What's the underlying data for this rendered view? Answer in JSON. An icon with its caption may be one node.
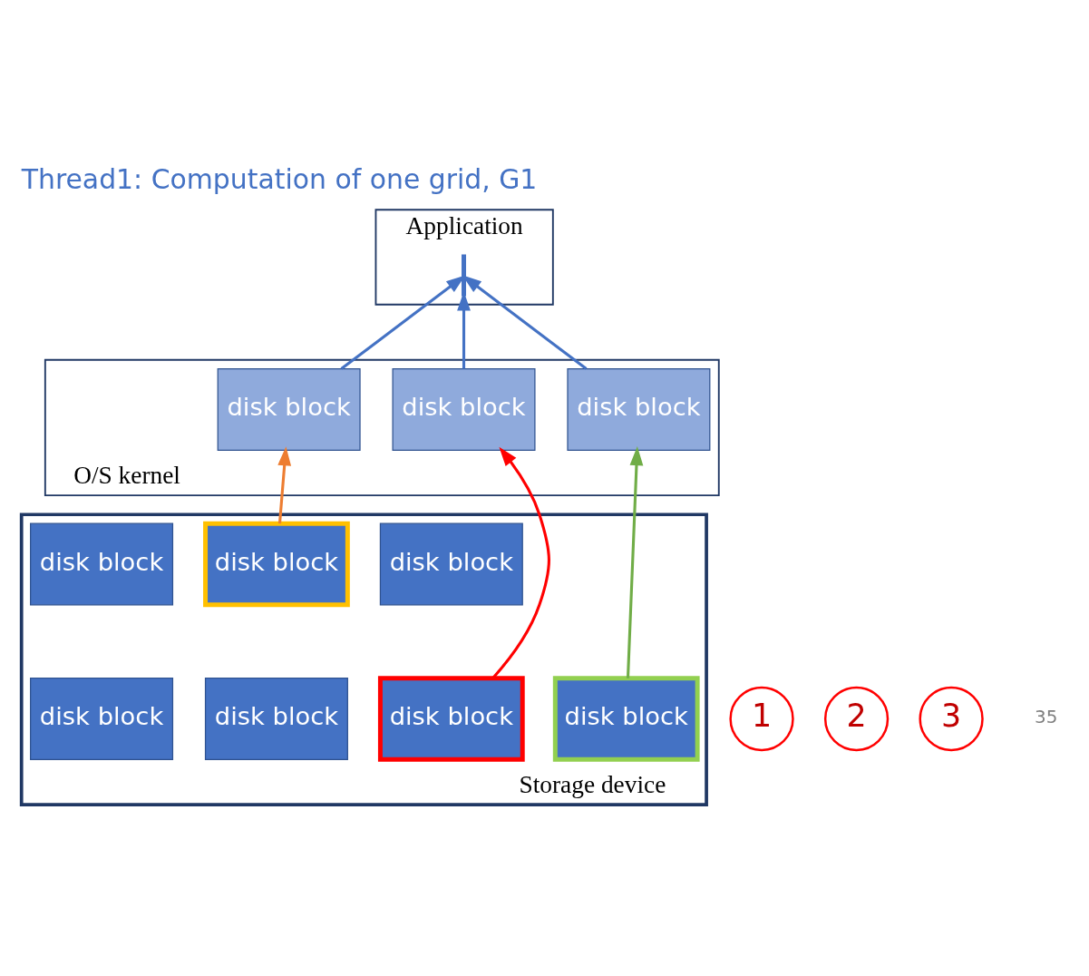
{
  "diagram": {
    "title": "Thread1: Computation of one grid, G1",
    "nodes": [
      {
        "text": [
          "Application"
        ]
      },
      {
        "text": [],
        "shape": "line",
        "in": 0
      },
      {
        "text": [
          "O/S kernel"
        ]
      },
      {
        "text": [
          "disk block"
        ],
        "in": 2
      },
      {
        "text": [
          "disk block"
        ],
        "in": 2
      },
      {
        "text": [
          "disk block"
        ],
        "in": 2
      },
      {
        "text": [
          "Storage device"
        ]
      },
      {
        "text": [
          "disk block"
        ],
        "in": 6
      },
      {
        "text": [
          "disk block"
        ],
        "in": 6
      },
      {
        "text": [
          "disk block"
        ],
        "in": 6
      },
      {
        "text": [
          "disk block"
        ],
        "in": 6
      },
      {
        "text": [
          "disk block"
        ],
        "in": 6
      },
      {
        "text": [
          "disk block"
        ],
        "in": 6
      },
      {
        "text": [
          "disk block"
        ],
        "in": 6
      },
      {
        "text": [
          "1"
        ]
      },
      {
        "text": [
          "2"
        ]
      },
      {
        "text": [
          "3"
        ]
      }
    ],
    "edges": [
      {
        "from": 3,
        "to": 1,
        "arrow": "to"
      },
      {
        "from": 4,
        "to": 1,
        "arrow": "to"
      },
      {
        "from": 5,
        "to": 1,
        "arrow": "to"
      },
      {
        "from": 7,
        "to": 3,
        "arrow": "to",
        "color": "#ed7d31"
      },
      {
        "from": 10,
        "to": 5,
        "arrow": "to",
        "color": "#70ad47"
      },
      {
        "from": 13,
        "to": 4,
        "arrow": "to",
        "color": "#ff0000"
      }
    ],
    "labels": [
      "35"
    ]
  }
}
